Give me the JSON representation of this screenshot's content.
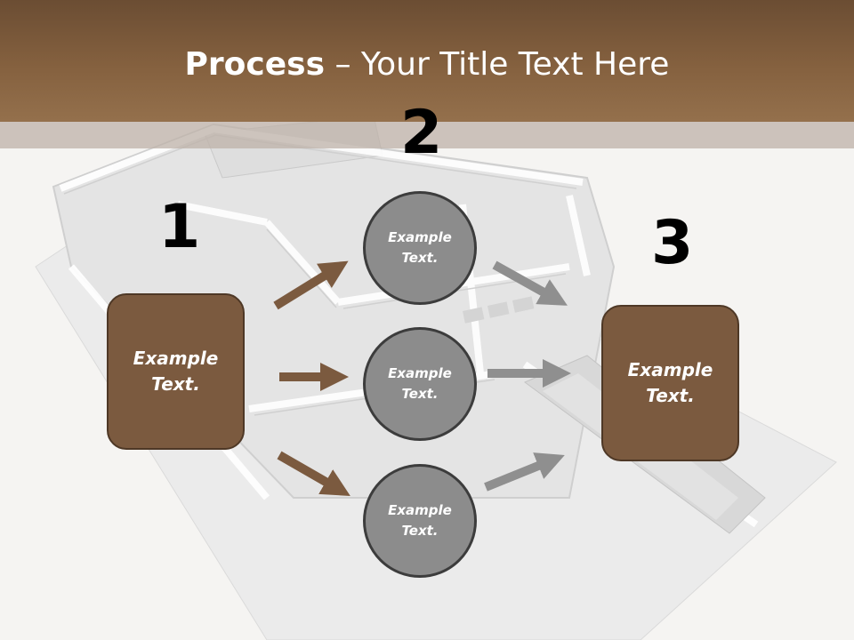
{
  "slide": {
    "title_bold": "Process",
    "title_rest": " – Your Title Text Here"
  },
  "steps": {
    "one": {
      "number": "1",
      "box_line1": "Example",
      "box_line2": "Text."
    },
    "two": {
      "number": "2",
      "circles": [
        {
          "line1": "Example",
          "line2": "Text."
        },
        {
          "line1": "Example",
          "line2": "Text."
        },
        {
          "line1": "Example",
          "line2": "Text."
        }
      ]
    },
    "three": {
      "number": "3",
      "box_line1": "Example",
      "box_line2": "Text."
    }
  },
  "colors": {
    "header": "#85613f",
    "box_fill": "#7b5a3f",
    "box_arrow": "#7b5a3f",
    "circle_fill": "#8c8c8c",
    "gray_arrow": "#8f8f8f"
  },
  "background": {
    "image": "architectural-house-model"
  }
}
